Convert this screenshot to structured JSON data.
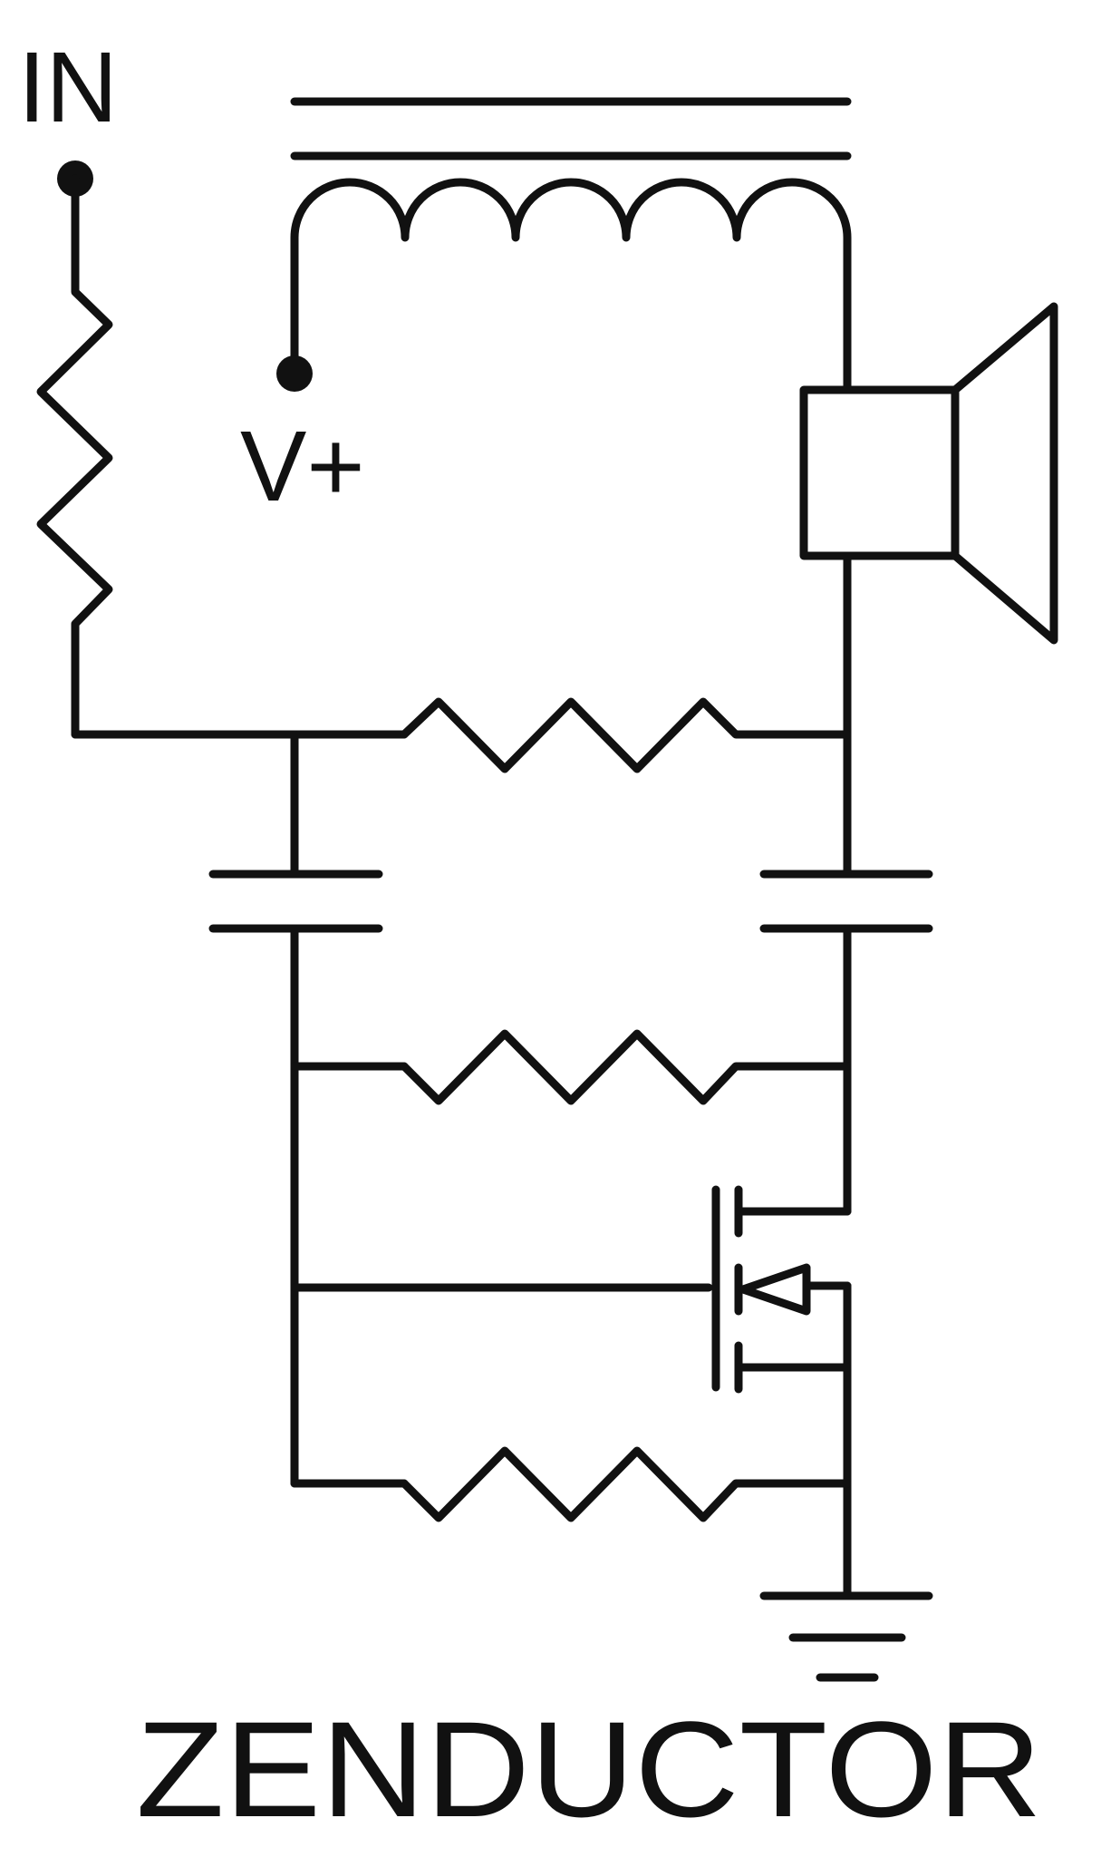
{
  "labels": {
    "input": "IN",
    "supply": "V+",
    "title": "ZENDUCTOR"
  },
  "colors": {
    "ink": "#111111",
    "background": "#ffffff"
  }
}
